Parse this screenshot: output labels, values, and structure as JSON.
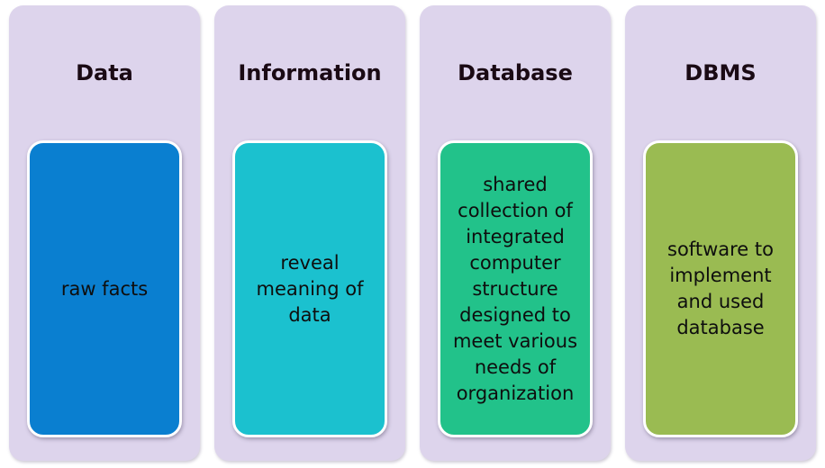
{
  "columns": [
    {
      "title": "Data",
      "text": "raw facts",
      "color": "#0a7fd0"
    },
    {
      "title": "Information",
      "text": "reveal meaning of data",
      "color": "#1bc1cf"
    },
    {
      "title": "Database",
      "text": "shared collection of integrated computer structure designed to meet various needs of organization",
      "color": "#22c28a"
    },
    {
      "title": "DBMS",
      "text": "software to implement and used database",
      "color": "#9abb52"
    }
  ]
}
